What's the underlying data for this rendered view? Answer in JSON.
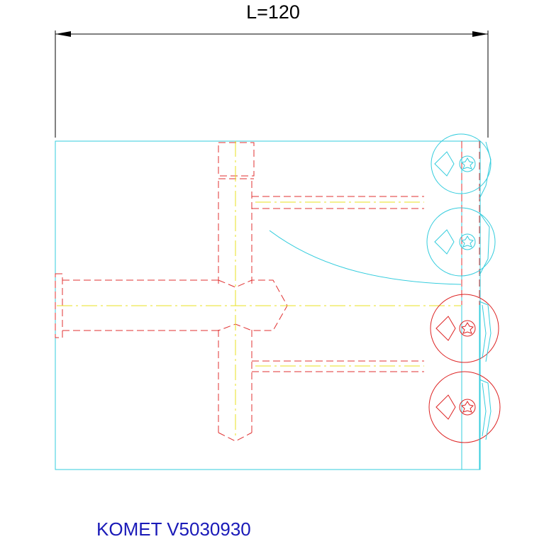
{
  "dimension": {
    "label": "L=120"
  },
  "caption": {
    "text": "KOMET V5030930"
  },
  "colors": {
    "background": "#ffffff",
    "body_outline": "#33ccdd",
    "hidden_lines": "#e03030",
    "centerline": "#e8e020",
    "dimension_lines": "#000000",
    "inserts_top": "#33ccdd",
    "inserts_bottom": "#dd2222",
    "caption": "#1a1ab8"
  },
  "inserts": [
    {
      "name": "insert-1",
      "color_key": "inserts_top"
    },
    {
      "name": "insert-2",
      "color_key": "inserts_top"
    },
    {
      "name": "insert-3",
      "color_key": "inserts_bottom"
    },
    {
      "name": "insert-4",
      "color_key": "inserts_bottom"
    }
  ]
}
